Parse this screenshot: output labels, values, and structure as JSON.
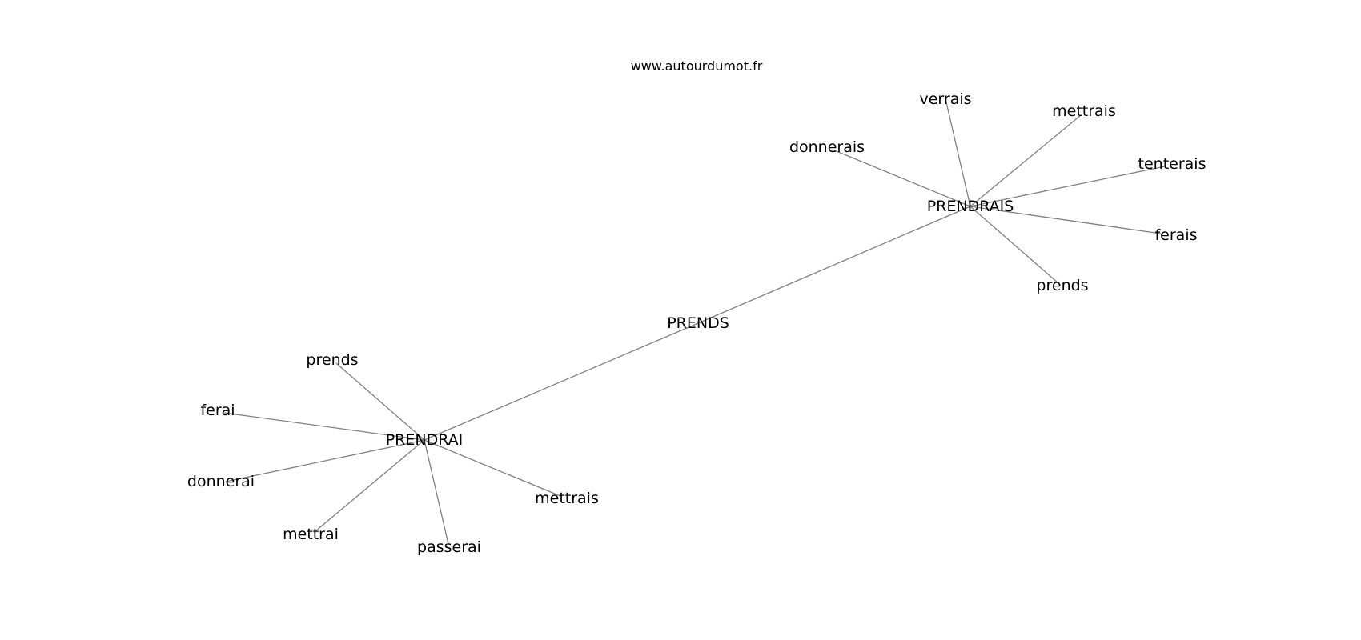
{
  "watermark": "www.autourdumot.fr",
  "colors": {
    "edge": "#808080",
    "text": "#000000",
    "background": "#ffffff"
  },
  "nodes": [
    {
      "id": "n_prends_center",
      "label": "PRENDS"
    },
    {
      "id": "n_prendrais",
      "label": "PRENDRAIS"
    },
    {
      "id": "n_prendrai",
      "label": "PRENDRAI"
    },
    {
      "id": "n_verrais",
      "label": "verrais"
    },
    {
      "id": "n_mettrais_top",
      "label": "mettrais"
    },
    {
      "id": "n_donnerais",
      "label": "donnerais"
    },
    {
      "id": "n_tenterais",
      "label": "tenterais"
    },
    {
      "id": "n_ferais",
      "label": "ferais"
    },
    {
      "id": "n_prends_top",
      "label": "prends"
    },
    {
      "id": "n_prends_bottom",
      "label": "prends"
    },
    {
      "id": "n_ferai",
      "label": "ferai"
    },
    {
      "id": "n_donnerai",
      "label": "donnerai"
    },
    {
      "id": "n_mettrai",
      "label": "mettrai"
    },
    {
      "id": "n_passerai",
      "label": "passerai"
    },
    {
      "id": "n_mettrais_bottom",
      "label": "mettrais"
    }
  ],
  "edges": [
    [
      "n_prends_center",
      "n_prendrais"
    ],
    [
      "n_prends_center",
      "n_prendrai"
    ],
    [
      "n_prendrais",
      "n_verrais"
    ],
    [
      "n_prendrais",
      "n_mettrais_top"
    ],
    [
      "n_prendrais",
      "n_donnerais"
    ],
    [
      "n_prendrais",
      "n_tenterais"
    ],
    [
      "n_prendrais",
      "n_ferais"
    ],
    [
      "n_prendrais",
      "n_prends_top"
    ],
    [
      "n_prendrai",
      "n_prends_bottom"
    ],
    [
      "n_prendrai",
      "n_ferai"
    ],
    [
      "n_prendrai",
      "n_donnerai"
    ],
    [
      "n_prendrai",
      "n_mettrai"
    ],
    [
      "n_prendrai",
      "n_passerai"
    ],
    [
      "n_prendrai",
      "n_mettrais_bottom"
    ]
  ]
}
